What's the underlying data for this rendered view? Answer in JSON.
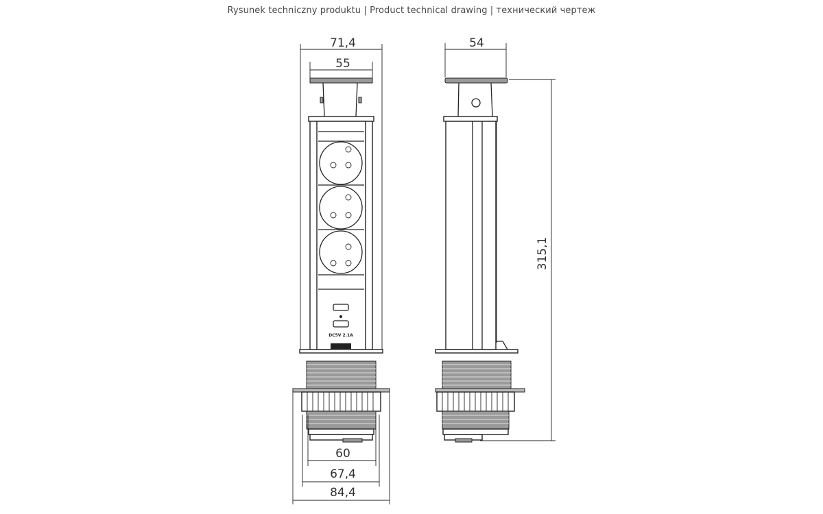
{
  "title": "Rysunek techniczny produktu | Product technical drawing | технический чертеж",
  "front_view": {
    "dimensions": {
      "top_outer_width": "71,4",
      "cap_width": "55",
      "flange_width_60": "60",
      "flange_width_67": "67,4",
      "flange_width_84": "84,4"
    },
    "usb_label": "DC5V 2.1A",
    "socket_count": 3
  },
  "side_view": {
    "dimensions": {
      "cap_depth": "54",
      "total_height": "315,1"
    }
  }
}
